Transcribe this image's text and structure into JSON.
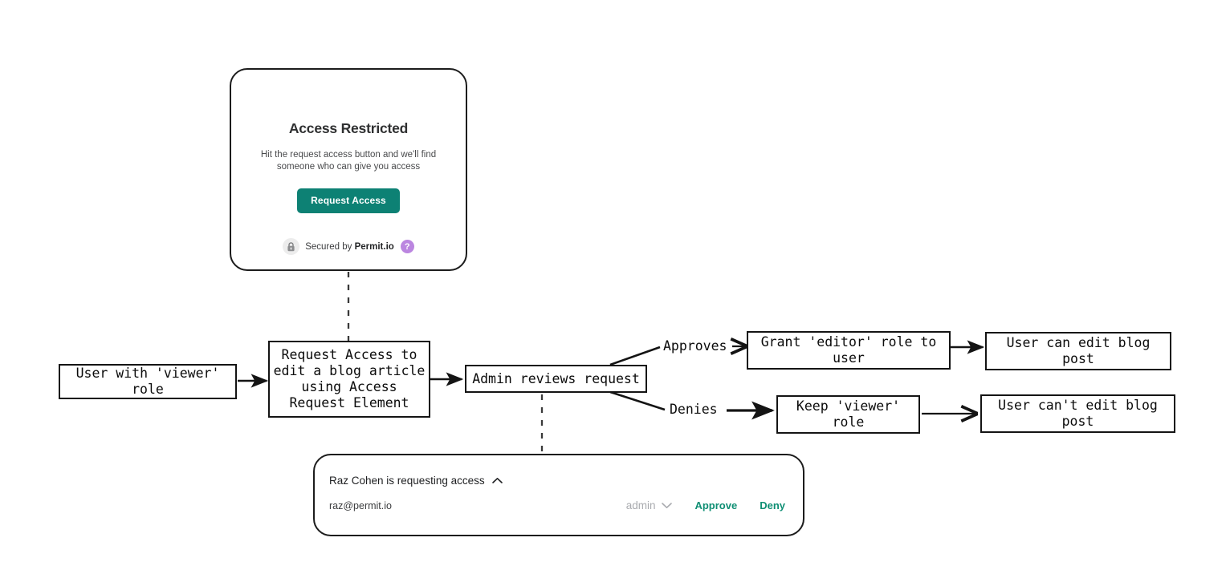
{
  "colors": {
    "brand_teal": "#0d8174",
    "approve_green": "#0f8f74",
    "help_purple": "#bb86e0",
    "stroke": "#141414",
    "card_border": "#1c1c1c",
    "muted_gray": "#a9abaf"
  },
  "access_card": {
    "title": "Access Restricted",
    "subtitle": "Hit the request access button and we'll find someone who can give you access",
    "button_label": "Request Access",
    "secured_prefix": "Secured by ",
    "secured_brand": "Permit.io",
    "help_glyph": "?",
    "lock_icon": "lock-icon"
  },
  "request_card": {
    "heading": "Raz Cohen is requesting access",
    "collapse_glyph": "⌃",
    "email": "raz@permit.io",
    "role_value": "admin",
    "role_chevron": "⌄",
    "approve_label": "Approve",
    "deny_label": "Deny"
  },
  "flow": {
    "nodes": [
      {
        "id": "user-viewer",
        "text": "User with 'viewer'\nrole"
      },
      {
        "id": "request-access",
        "text": "Request Access to\nedit a blog article\nusing Access\nRequest Element"
      },
      {
        "id": "admin-reviews",
        "text": "Admin reviews request"
      },
      {
        "id": "grant-editor",
        "text": "Grant 'editor' role to\nuser"
      },
      {
        "id": "can-edit",
        "text": "User can edit blog\npost"
      },
      {
        "id": "keep-viewer",
        "text": "Keep 'viewer'\nrole"
      },
      {
        "id": "cannot-edit",
        "text": "User can't edit blog\npost"
      }
    ],
    "edge_labels": [
      {
        "id": "approves",
        "text": "Approves"
      },
      {
        "id": "denies",
        "text": "Denies"
      }
    ]
  }
}
